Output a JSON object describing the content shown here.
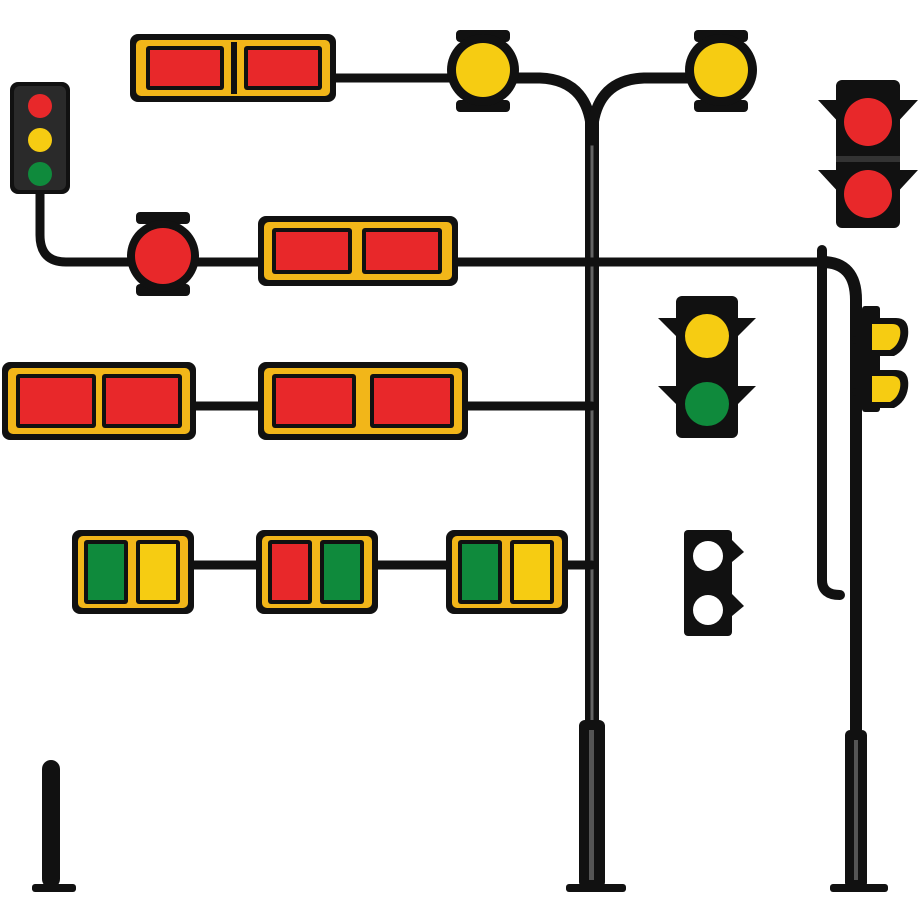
{
  "colors": {
    "red": "#e8282a",
    "yellow": "#f6cc12",
    "green": "#0f8a3c",
    "white": "#ffffff",
    "housing": "#111111",
    "frame": "#f2b619",
    "pole": "#111111",
    "background": "#ffffff"
  },
  "scene": {
    "description_items": [
      "vertical-traffic-light-red-yellow-green",
      "horizontal-signal-red-red",
      "round-signal-yellow",
      "round-signal-red",
      "vertical-signal-red-red",
      "vertical-signal-yellow-green",
      "pedestrian-signal-white-white",
      "side-mounted-signal-yellow-yellow",
      "horizontal-signal-green-yellow",
      "horizontal-signal-red-green",
      "horizontal-signal-green-yellow-right",
      "bollard-post"
    ]
  }
}
